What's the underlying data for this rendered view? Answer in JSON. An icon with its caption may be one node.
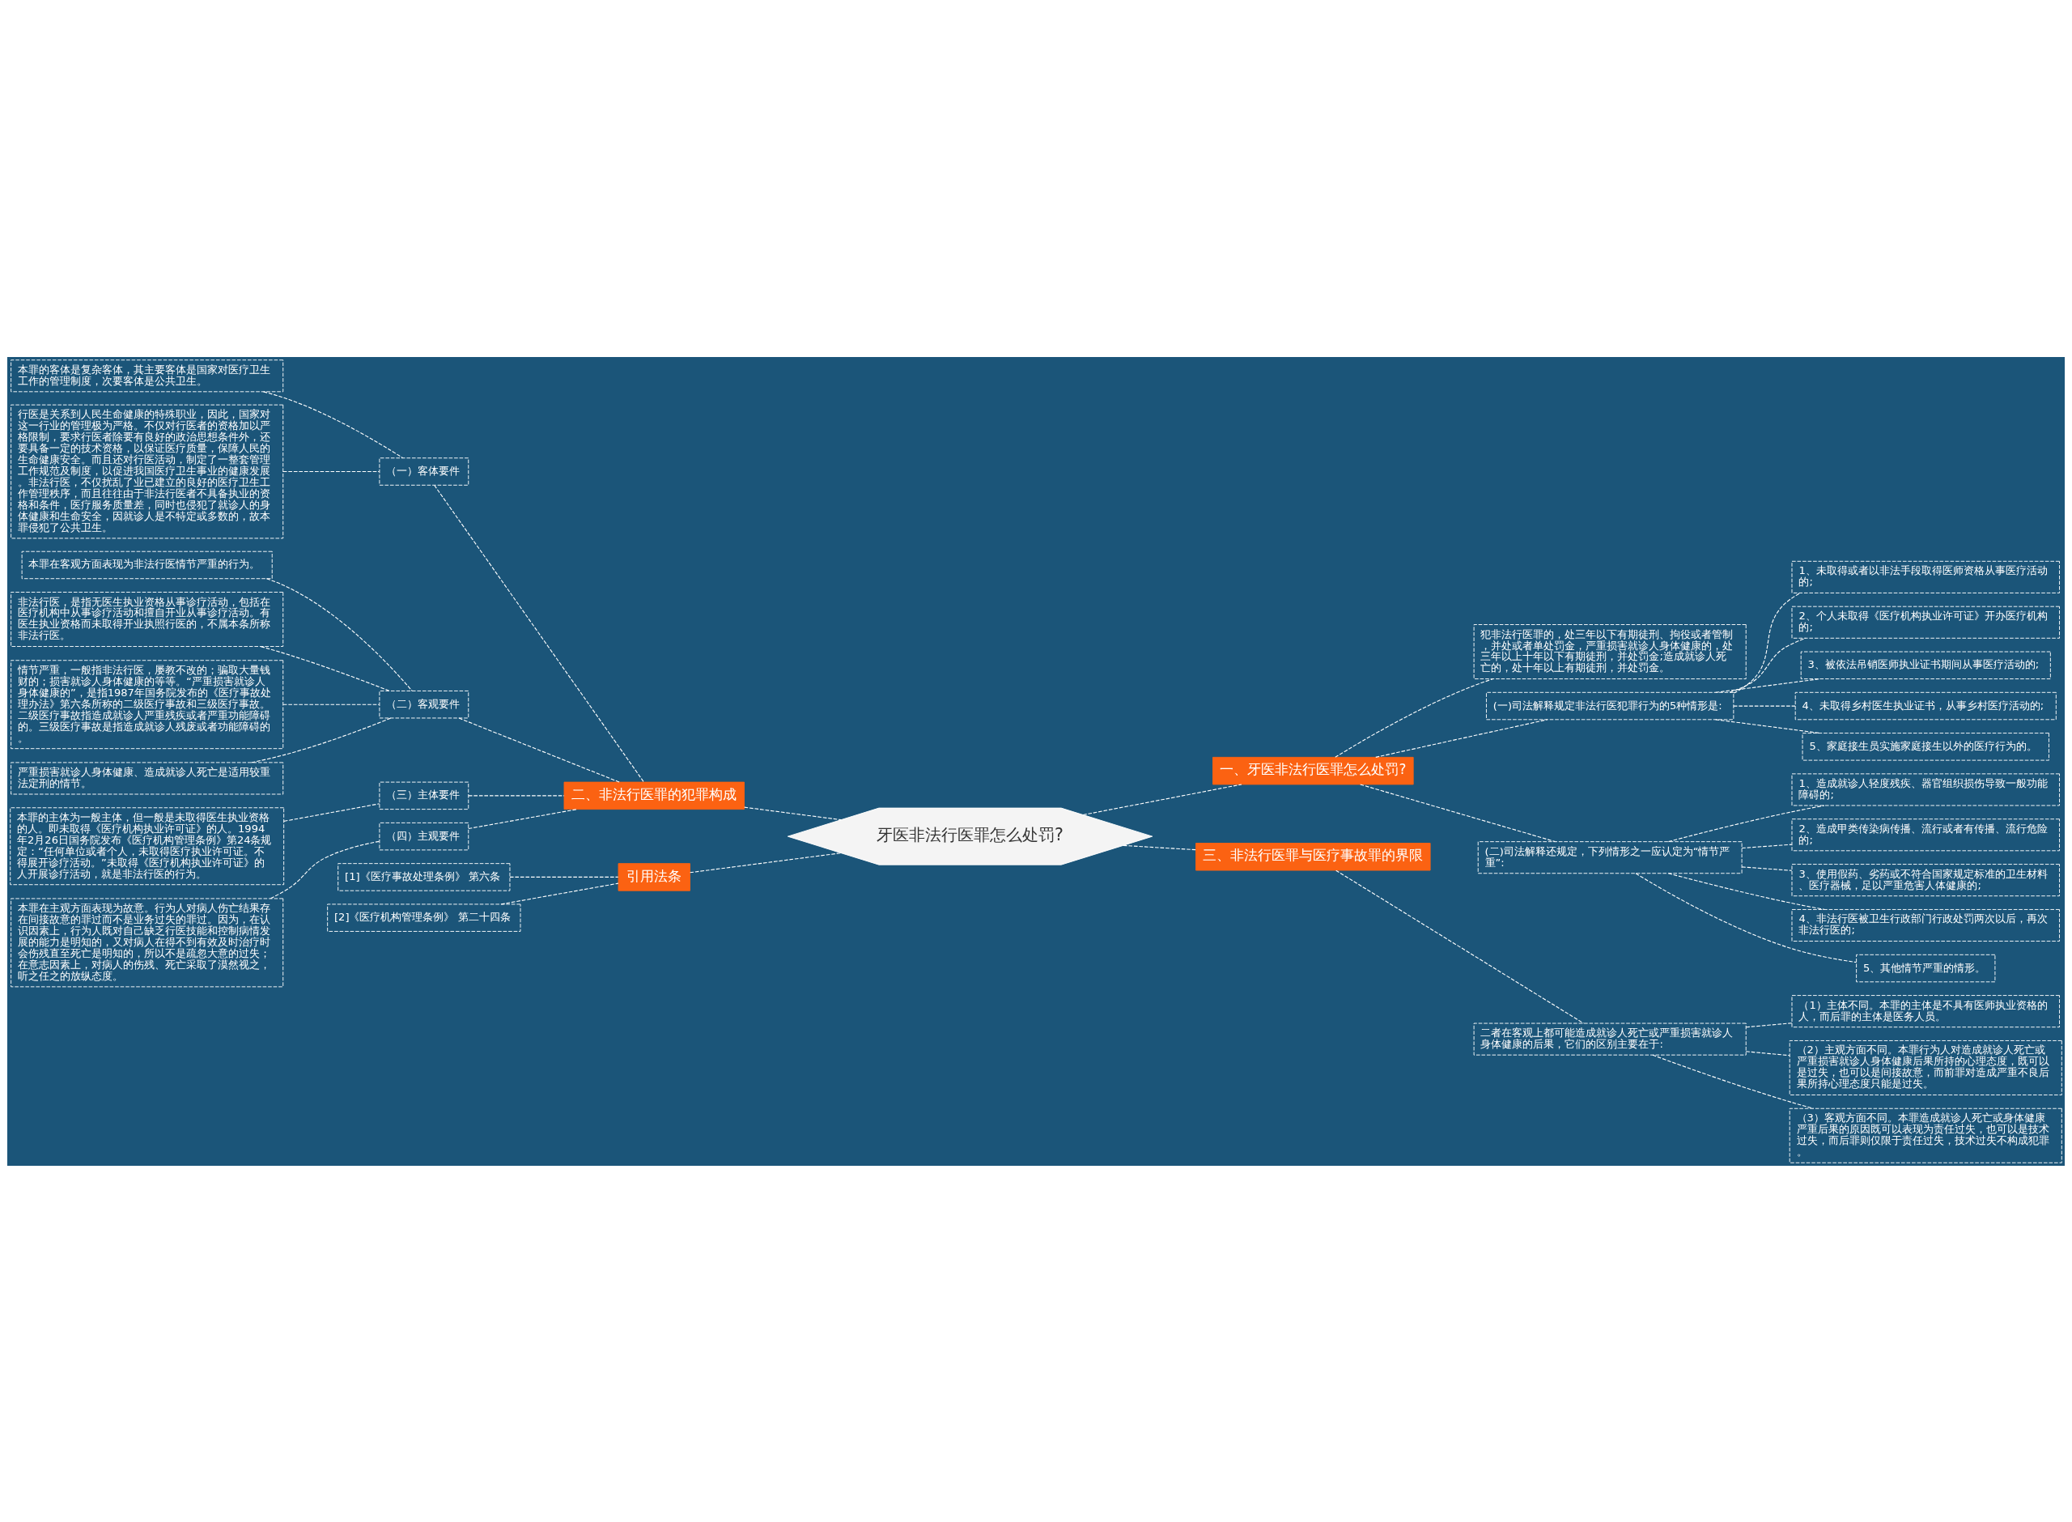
{
  "diagram": {
    "nodes": [
      {
        "text": [
          "牙医非法行医罪怎么处罚?"
        ]
      },
      {
        "text": [
          "二、非法行医罪的犯罪构成"
        ]
      },
      {
        "text": [
          "（一）客体要件"
        ]
      },
      {
        "text": [
          "本罪的客体是复杂客体，其主要客体是国家对医疗卫生工作的管理制度，次要客体是公共卫生。"
        ]
      },
      {
        "text": [
          "行医是关系到人民生命健康的特殊职业，因此，国家对这一行业的管理极为严格。不仅对行医者的资格加以严格限制，要求行医者除要有良好的政治思想条件外，还要具备一定的技术资格，以保证医疗质量，保障人民的生命健康安全。而且还对行医活动，制定了一整套管理工作规范及制度，以促进我国医疗卫生事业的健康发展。非法行医，不仅扰乱了业已建立的良好的医疗卫生工作管理秩序，而且往往由于非法行医者不具备执业的资格和条件，医疗服务质量差，同时也侵犯了就诊人的身体健康和生命安全，因就诊人是不特定或多数的，故本罪侵犯了公共卫生。"
        ]
      },
      {
        "text": [
          "（二）客观要件"
        ]
      },
      {
        "text": [
          "本罪在客观方面表现为非法行医情节严重的行为。"
        ]
      },
      {
        "text": [
          "非法行医，是指无医生执业资格从事诊疗活动，包括在医疗机构中从事诊疗活动和擅自开业从事诊疗活动。有医生执业资格而未取得开业执照行医的，不属本条所称非法行医。"
        ]
      },
      {
        "text": [
          "情节严重，一般指非法行医，屡教不改的；骗取大量钱财的；损害就诊人身体健康的等等。“严重损害就诊人身体健康的”，是指1987年国务院发布的《医疗事故处理办法》第六条所称的二级医疗事故和三级医疗事故。二级医疗事故指造成就诊人严重残疾或者严重功能障碍的。三级医疗事故是指造成就诊人残废或者功能障碍的。"
        ]
      },
      {
        "text": [
          "严重损害就诊人身体健康、造成就诊人死亡是适用较重法定刑的情节。"
        ]
      },
      {
        "text": [
          "（三）主体要件"
        ]
      },
      {
        "text": [
          "本罪的主体为一般主体，但一般是未取得医生执业资格的人。即未取得《医疗机构执业许可证》的人。1994年2月26日国务院发布《医疗机构管理条例》第24条规定：“任何单位或者个人，未取得医疗执业许可证。不得展开诊疗活动。”未取得《医疗机构执业许可证》的人开展诊疗活动，就是非法行医的行为。"
        ]
      },
      {
        "text": [
          "（四）主观要件"
        ]
      },
      {
        "text": [
          "本罪在主观方面表现为故意。行为人对病人伤亡结果存在间接故意的罪过而不是业务过失的罪过。因为，在认识因素上，行为人既对自己缺乏行医技能和控制病情发展的能力是明知的，又对病人在得不到有效及时治疗时会伤残直至死亡是明知的，所以不是疏忽大意的过失；在意志因素上，对病人的伤残、死亡采取了漠然视之，听之任之的放纵态度。"
        ]
      },
      {
        "text": [
          "引用法条"
        ]
      },
      {
        "text": [
          "[1]《医疗事故处理条例》 第六条"
        ]
      },
      {
        "text": [
          "[2]《医疗机构管理条例》 第二十四条"
        ]
      },
      {
        "text": [
          "一、牙医非法行医罪怎么处罚?"
        ]
      },
      {
        "text": [
          "犯非法行医罪的，处三年以下有期徒刑、拘役或者管制，并处或者单处罚金，严重损害就诊人身体健康的，处三年以上十年以下有期徒刑，并处罚金;造成就诊人死亡的，处十年以上有期徒刑，并处罚金。"
        ]
      },
      {
        "text": [
          "(一)司法解释规定非法行医犯罪行为的5种情形是:"
        ]
      },
      {
        "text": [
          "1、未取得或者以非法手段取得医师资格从事医疗活动的;"
        ]
      },
      {
        "text": [
          "2、个人未取得《医疗机构执业许可证》开办医疗机构的;"
        ]
      },
      {
        "text": [
          "3、被依法吊销医师执业证书期间从事医疗活动的;"
        ]
      },
      {
        "text": [
          "4、未取得乡村医生执业证书，从事乡村医疗活动的;"
        ]
      },
      {
        "text": [
          "5、家庭接生员实施家庭接生以外的医疗行为的。"
        ]
      },
      {
        "text": [
          "(二)司法解释还规定，下列情形之一应认定为“情节严重”:"
        ]
      },
      {
        "text": [
          "1、造成就诊人轻度残疾、器官组织损伤导致一般功能障碍的;"
        ]
      },
      {
        "text": [
          "2、造成甲类传染病传播、流行或者有传播、流行危险的;"
        ]
      },
      {
        "text": [
          "3、使用假药、劣药或不符合国家规定标准的卫生材料、医疗器械，足以严重危害人体健康的;"
        ]
      },
      {
        "text": [
          "4、非法行医被卫生行政部门行政处罚两次以后，再次非法行医的;"
        ]
      },
      {
        "text": [
          "5、其他情节严重的情形。"
        ]
      },
      {
        "text": [
          "三、非法行医罪与医疗事故罪的界限"
        ]
      },
      {
        "text": [
          "二者在客观上都可能造成就诊人死亡或严重损害就诊人身体健康的后果，它们的区别主要在于:"
        ]
      },
      {
        "text": [
          "（1）主体不同。本罪的主体是不具有医师执业资格的人，而后罪的主体是医务人员。"
        ]
      },
      {
        "text": [
          "（2）主观方面不同。本罪行为人对造成就诊人死亡或严重损害就诊人身体健康后果所持的心理态度，既可以是过失，也可以是间接故意，而前罪对造成严重不良后果所持心理态度只能是过失。"
        ]
      },
      {
        "text": [
          "（3）客观方面不同。本罪造成就诊人死亡或身体健康严重后果的原因既可以表现为责任过失，也可以是技术过失，而后罪则仅限于责任过失，技术过失不构成犯罪。"
        ]
      }
    ],
    "edges": [
      {
        "from": 3,
        "to": 2,
        "arrow": "none"
      },
      {
        "from": 4,
        "to": 2,
        "arrow": "none"
      },
      {
        "from": 2,
        "to": 1,
        "arrow": "none"
      },
      {
        "from": 6,
        "to": 5,
        "arrow": "none"
      },
      {
        "from": 7,
        "to": 5,
        "arrow": "none"
      },
      {
        "from": 8,
        "to": 5,
        "arrow": "none"
      },
      {
        "from": 9,
        "to": 5,
        "arrow": "none"
      },
      {
        "from": 5,
        "to": 1,
        "arrow": "none"
      },
      {
        "from": 11,
        "to": 10,
        "arrow": "none"
      },
      {
        "from": 10,
        "to": 1,
        "arrow": "none"
      },
      {
        "from": 13,
        "to": 12,
        "arrow": "none"
      },
      {
        "from": 12,
        "to": 1,
        "arrow": "none"
      },
      {
        "from": 1,
        "to": 0,
        "arrow": "none"
      },
      {
        "from": 15,
        "to": 14,
        "arrow": "none"
      },
      {
        "from": 16,
        "to": 14,
        "arrow": "none"
      },
      {
        "from": 14,
        "to": 0,
        "arrow": "none"
      },
      {
        "from": 0,
        "to": 17,
        "arrow": "none"
      },
      {
        "from": 17,
        "to": 18,
        "arrow": "none"
      },
      {
        "from": 17,
        "to": 19,
        "arrow": "none"
      },
      {
        "from": 19,
        "to": 20,
        "arrow": "none"
      },
      {
        "from": 19,
        "to": 21,
        "arrow": "none"
      },
      {
        "from": 19,
        "to": 22,
        "arrow": "none"
      },
      {
        "from": 19,
        "to": 23,
        "arrow": "none"
      },
      {
        "from": 19,
        "to": 24,
        "arrow": "none"
      },
      {
        "from": 17,
        "to": 25,
        "arrow": "none"
      },
      {
        "from": 25,
        "to": 26,
        "arrow": "none"
      },
      {
        "from": 25,
        "to": 27,
        "arrow": "none"
      },
      {
        "from": 25,
        "to": 28,
        "arrow": "none"
      },
      {
        "from": 25,
        "to": 29,
        "arrow": "none"
      },
      {
        "from": 25,
        "to": 30,
        "arrow": "none"
      },
      {
        "from": 0,
        "to": 31,
        "arrow": "none"
      },
      {
        "from": 31,
        "to": 32,
        "arrow": "none"
      },
      {
        "from": 32,
        "to": 33,
        "arrow": "none"
      },
      {
        "from": 32,
        "to": 34,
        "arrow": "none"
      },
      {
        "from": 32,
        "to": 35,
        "arrow": "none"
      }
    ]
  }
}
